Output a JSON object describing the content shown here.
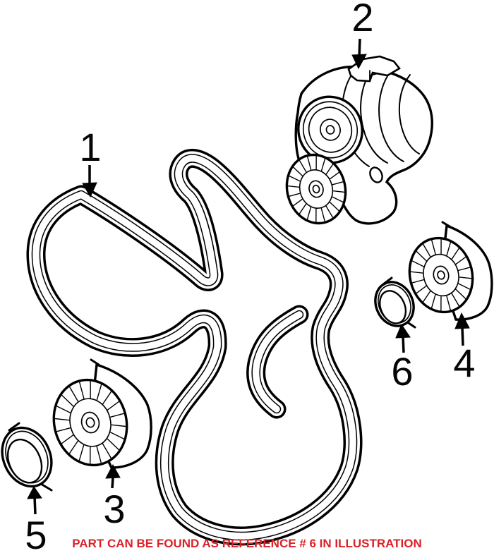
{
  "caption": {
    "text": "PART CAN BE FOUND AS REFERENCE # 6 IN ILLUSTRATION"
  },
  "colors": {
    "background": "#ffffff",
    "line": "#000000",
    "label": "#060606",
    "caption_red": "#da2128"
  },
  "callouts": [
    {
      "number": "1"
    },
    {
      "number": "2"
    },
    {
      "number": "3"
    },
    {
      "number": "4"
    },
    {
      "number": "5"
    },
    {
      "number": "6"
    }
  ]
}
